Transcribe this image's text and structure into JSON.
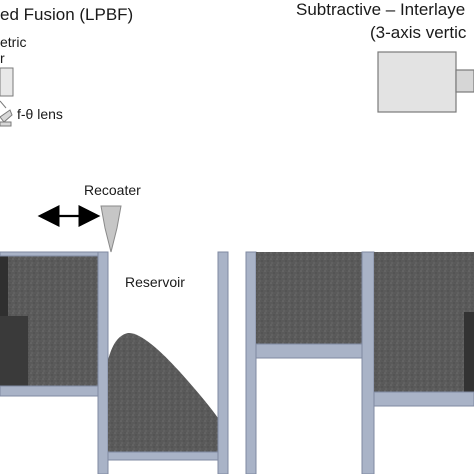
{
  "titles": {
    "lpbf": "ed Fusion (LPBF)",
    "subtractive_line1": "Subtractive – Interlaye",
    "subtractive_line2": "(3-axis vertic"
  },
  "labels": {
    "scanner_partial_1": "etric",
    "scanner_partial_2": "r",
    "ftheta_lens": "f-θ lens",
    "recoater": "Recoater",
    "reservoir": "Reservoir"
  },
  "colors": {
    "powder": "#5a5a5a",
    "powder_dark": "#3a3a3a",
    "frame": "#a9b3c7",
    "frame_edge": "#7f8aa2",
    "spindle_body": "#e3e3e3",
    "spindle_edge": "#7a7a7a",
    "scanner_box": "#e8e8e8",
    "recoater_blade": "#c6c6c6",
    "arrow": "#000000"
  },
  "icons": {
    "recoater_motion": "double-headed-arrow"
  }
}
